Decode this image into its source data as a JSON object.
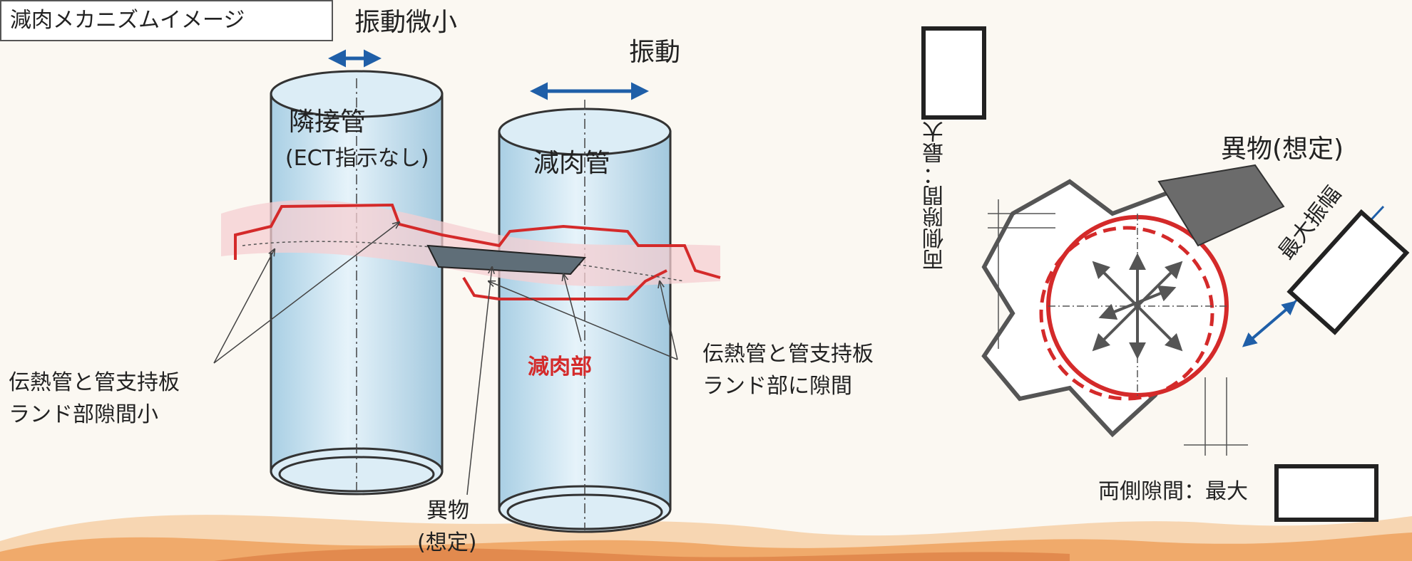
{
  "title": "減肉メカニズムイメージ",
  "labels": {
    "vibration_small": "振動微小",
    "vibration": "振動",
    "adjacent_tube": "隣接管",
    "ect_note": "(ECT指示なし)",
    "thinning_tube": "減肉管",
    "thinning_part": "減肉部",
    "gap_small_line1": "伝熱管と管支持板",
    "gap_small_line2": "ランド部隙間小",
    "gap_line1": "伝熱管と管支持板",
    "gap_line2": "ランド部に隙間",
    "foreign_line1": "異物",
    "foreign_line2": "(想定)",
    "foreign_assumed": "異物(想定)",
    "max_amplitude": "最大振幅",
    "both_gap_vertical": "両側隙間：最大",
    "both_gap_bottom": "両側隙間：最大"
  },
  "colors": {
    "tube_fill": "#cfe6f2",
    "tube_stroke": "#333333",
    "plate_line": "#d42a2a",
    "plate_band": "#f6cfd2",
    "arrow_blue": "#1f5fa8",
    "foreign_fill": "#6b6b6b",
    "wave_orange": "#eea25e"
  }
}
